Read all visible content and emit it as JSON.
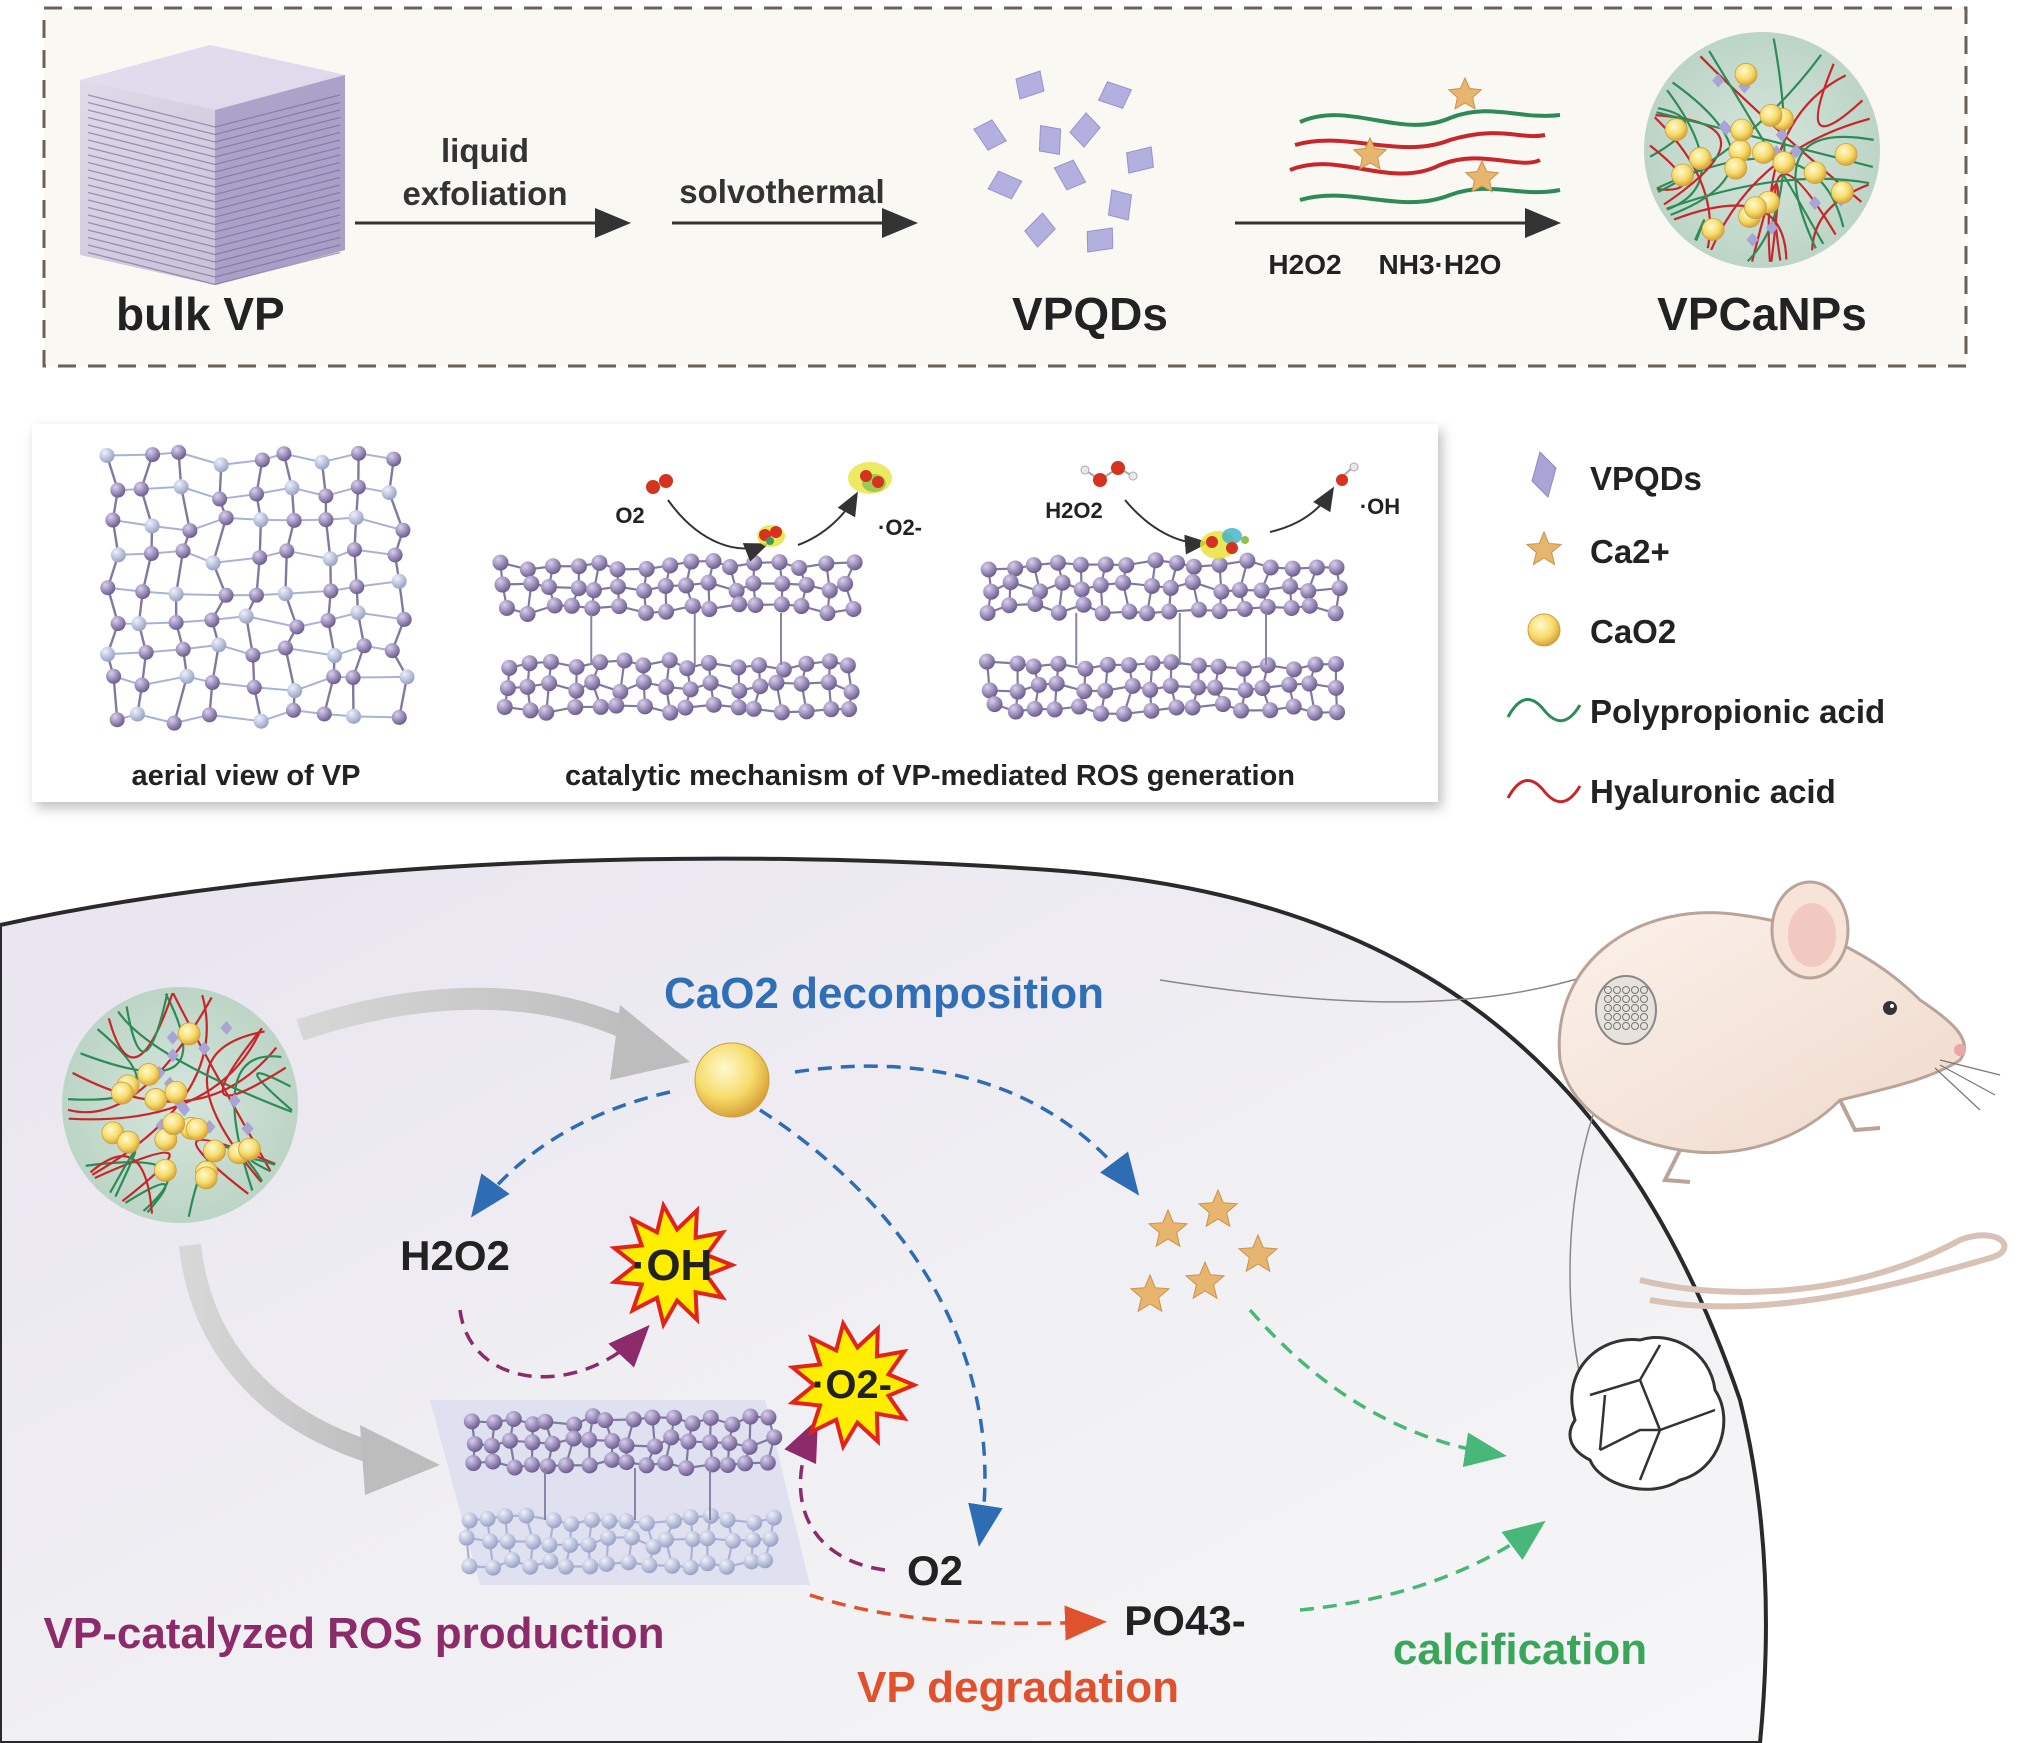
{
  "synthesis": {
    "bulk_label": "bulk VP",
    "step1_line1": "liquid",
    "step1_line2": "exfoliation",
    "step2": "solvothermal",
    "qd_label": "VPQDs",
    "reagent1": "H2O2",
    "reagent2": "NH3·H2O",
    "np_label": "VPCaNPs"
  },
  "mechanism": {
    "caption_left": "aerial view of VP",
    "caption_right": "catalytic mechanism of VP-mediated ROS generation",
    "o2_label": "O2",
    "superoxide_label": "·O2-",
    "h2o2_label": "H2O2",
    "hydroxyl_label": "·OH"
  },
  "legend": [
    {
      "label": "VPQDs",
      "icon": "diamond-icon",
      "color": "#a9a4d6"
    },
    {
      "label": "Ca2+",
      "icon": "star-icon",
      "color": "#e7b56d"
    },
    {
      "label": "CaO2",
      "icon": "circle-icon",
      "color": "#f7e27c"
    },
    {
      "label": "Polypropionic acid",
      "icon": "green-wave-icon",
      "color": "#2e8b57"
    },
    {
      "label": "Hyaluronic acid",
      "icon": "red-wave-icon",
      "color": "#c8262b"
    }
  ],
  "pathway": {
    "decomposition": "CaO2 decomposition",
    "h2o2": "H2O2",
    "oh": "·OH",
    "o2_radical": "·O2-",
    "o2": "O2",
    "po4": "PO43-",
    "ros_production": "VP-catalyzed ROS production",
    "degradation": "VP degradation",
    "calcification": "calcification"
  },
  "colors": {
    "blue_text": "#2f6fb7",
    "purple_text": "#8c2a6a",
    "orange_text": "#e0522e",
    "green_text": "#3aa65a",
    "vp_purple": "#8a7aa6",
    "dashed_blue": "#2e6db4",
    "dashed_purple": "#8c2a6a",
    "dashed_green": "#48b878",
    "dashed_orange": "#e0522e",
    "star_fill": "#e7b56d",
    "cao2_fill": "#f7df6a"
  }
}
